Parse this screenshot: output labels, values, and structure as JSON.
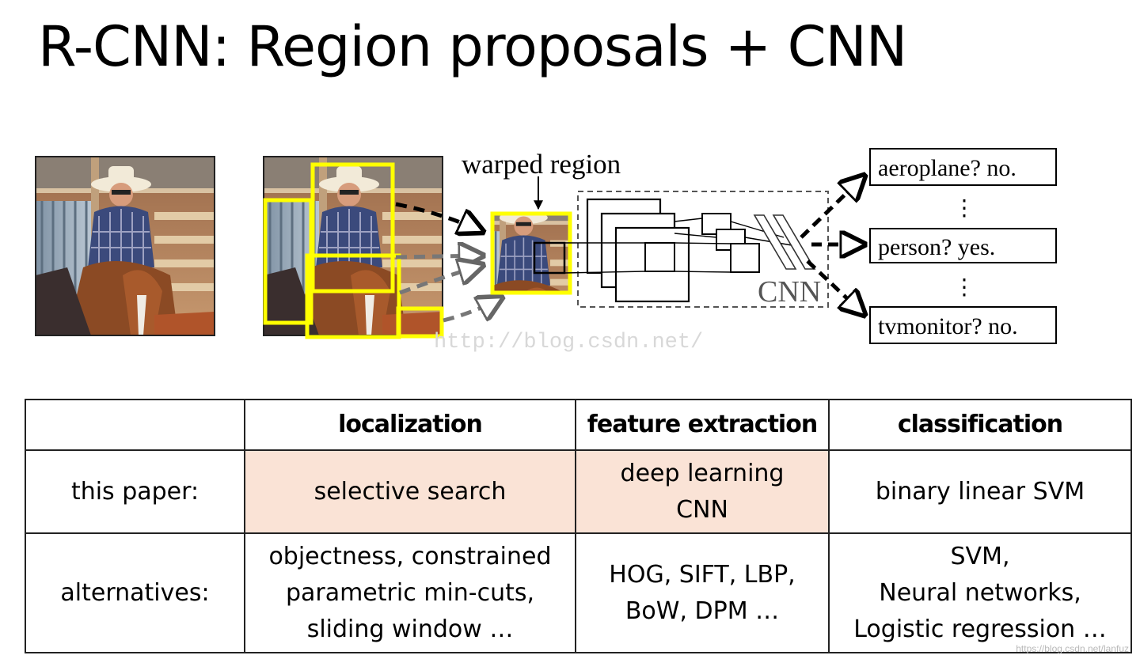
{
  "title": "R-CNN: Region proposals + CNN",
  "figure": {
    "warped_region_label": "warped region",
    "cnn_label": "CNN",
    "outputs": [
      "aeroplane? no.",
      "person? yes.",
      "tvmonitor? no."
    ],
    "ellipsis": "⋮",
    "highlight_color": "#ffff00",
    "photo_description_icon": "photo-icon"
  },
  "watermark": "http://blog.csdn.net/",
  "credit": "https://blog.csdn.net/lanfuz",
  "table": {
    "headers": [
      "",
      "localization",
      "feature extraction",
      "classification"
    ],
    "rows": [
      {
        "label": "this paper:",
        "cells": [
          [
            "selective search"
          ],
          [
            "deep learning",
            "CNN"
          ],
          [
            "binary linear SVM"
          ]
        ]
      },
      {
        "label": "alternatives:",
        "cells": [
          [
            "objectness, constrained",
            "parametric min-cuts,",
            "sliding window …"
          ],
          [
            "HOG, SIFT, LBP,",
            "BoW, DPM …"
          ],
          [
            "SVM,",
            "Neural networks,",
            "Logistic regression …"
          ]
        ]
      }
    ],
    "highlight_color": "#fae3d6"
  }
}
